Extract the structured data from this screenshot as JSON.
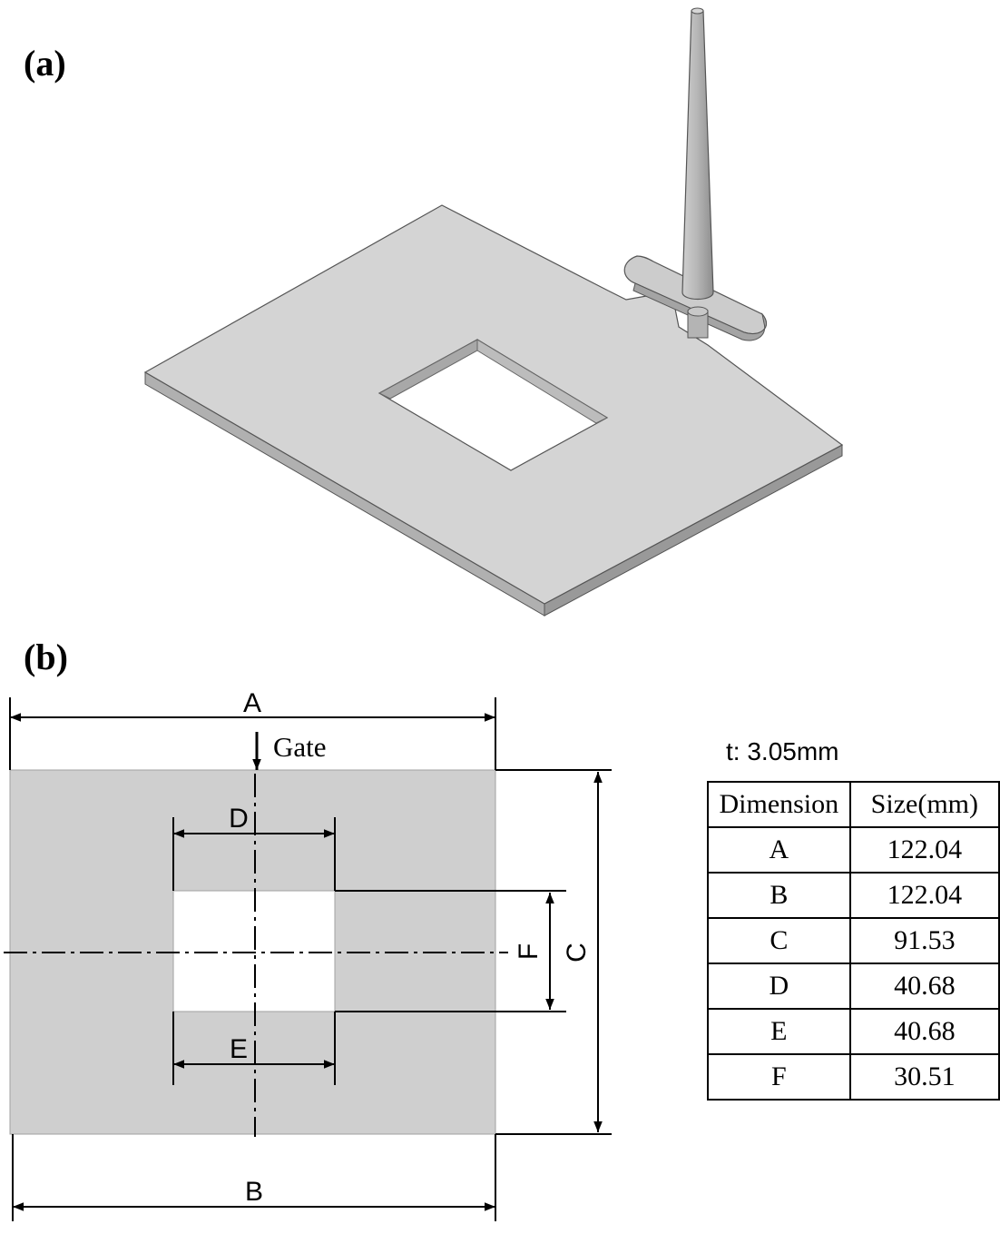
{
  "panels": {
    "a_label": "(a)",
    "b_label": "(b)"
  },
  "thickness": "t: 3.05mm",
  "gate_label": "Gate",
  "dimension_labels": {
    "A": "A",
    "B": "B",
    "C": "C",
    "D": "D",
    "E": "E",
    "F": "F"
  },
  "table": {
    "headers": [
      "Dimension",
      "Size(mm)"
    ],
    "rows": [
      [
        "A",
        "122.04"
      ],
      [
        "B",
        "122.04"
      ],
      [
        "C",
        "91.53"
      ],
      [
        "D",
        "40.68"
      ],
      [
        "E",
        "40.68"
      ],
      [
        "F",
        "30.51"
      ]
    ]
  },
  "colors": {
    "part_fill": "#cfcfcf",
    "part_top": "#d4d4d4",
    "part_side": "#b2b2b2",
    "line": "#000000"
  }
}
